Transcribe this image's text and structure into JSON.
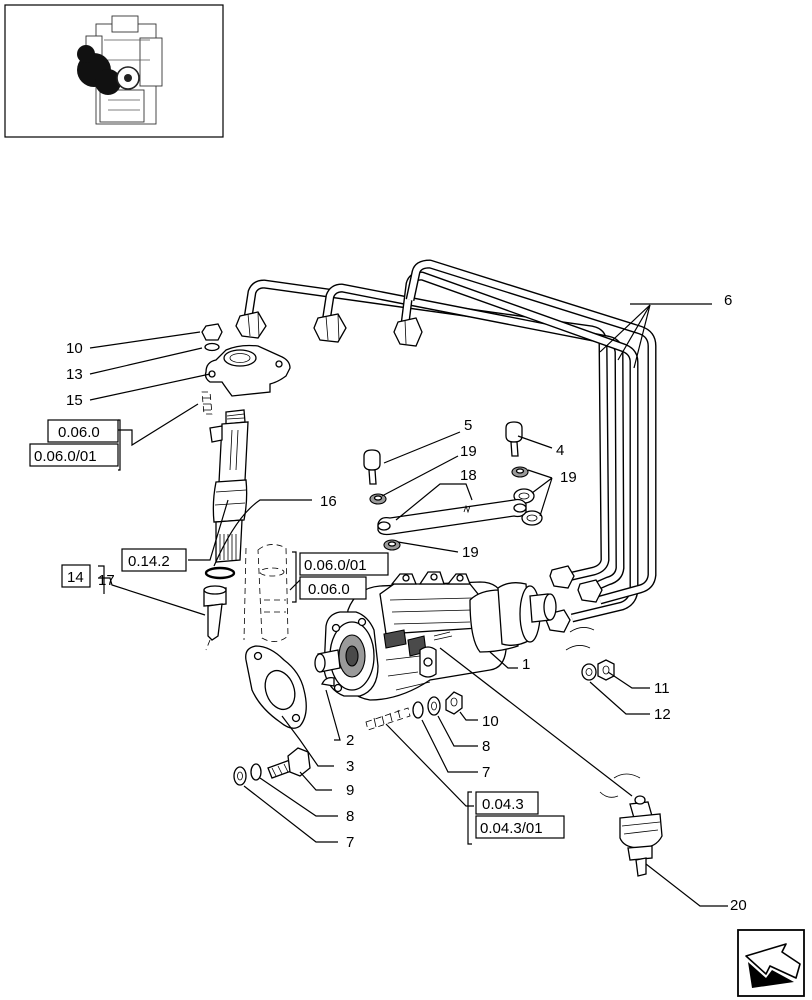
{
  "callouts": {
    "c1": "1",
    "c2": "2",
    "c3": "3",
    "c4": "4",
    "c5": "5",
    "c6": "6",
    "c7a": "7",
    "c7b": "7",
    "c8a": "8",
    "c8b": "8",
    "c9": "9",
    "c10a": "10",
    "c10b": "10",
    "c11": "11",
    "c12": "12",
    "c13": "13",
    "c14": "14",
    "c15": "15",
    "c16": "16",
    "c17": "17",
    "c18": "18",
    "c19a": "19",
    "c19b": "19",
    "c19c": "19",
    "c20": "20"
  },
  "refs": {
    "r_0060_a": "0.06.0",
    "r_00601_a": "0.06.0/01",
    "r_0142": "0.14.2",
    "r_00601_b": "0.06.0/01",
    "r_0060_b": "0.06.0",
    "r_043": "0.04.3",
    "r_04301": "0.04.3/01"
  },
  "icons": {
    "thumbnail": "engine-thumbnail-icon",
    "navigation": "next-page-arrow-icon"
  }
}
